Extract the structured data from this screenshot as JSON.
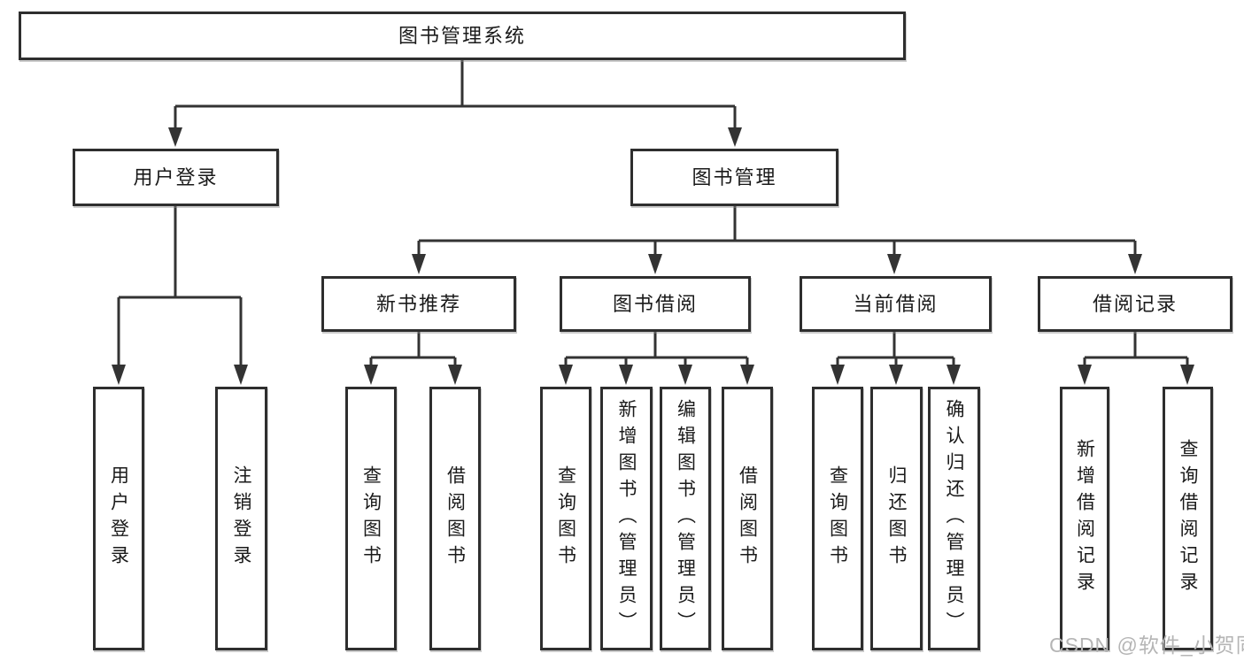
{
  "tree": {
    "root": "图书管理系统",
    "login": {
      "label": "用户登录",
      "children": [
        "用户登录",
        "注销登录"
      ]
    },
    "mgmt": {
      "label": "图书管理",
      "groups": [
        {
          "label": "新书推荐",
          "children": [
            "查询图书",
            "借阅图书"
          ]
        },
        {
          "label": "图书借阅",
          "children": [
            "查询图书",
            "新增图书（管理员）",
            "编辑图书（管理员）",
            "借阅图书"
          ]
        },
        {
          "label": "当前借阅",
          "children": [
            "查询图书",
            "归还图书",
            "确认归还（管理员）"
          ]
        },
        {
          "label": "借阅记录",
          "children": [
            "新增借阅记录",
            "查询借阅记录"
          ]
        }
      ]
    }
  },
  "watermark": "CSDN @软件_小贺同学",
  "colors": {
    "line": "#333333",
    "box_border": "#2e2e2e",
    "text": "#1a1a1a",
    "watermark": "#b5b5b5"
  }
}
